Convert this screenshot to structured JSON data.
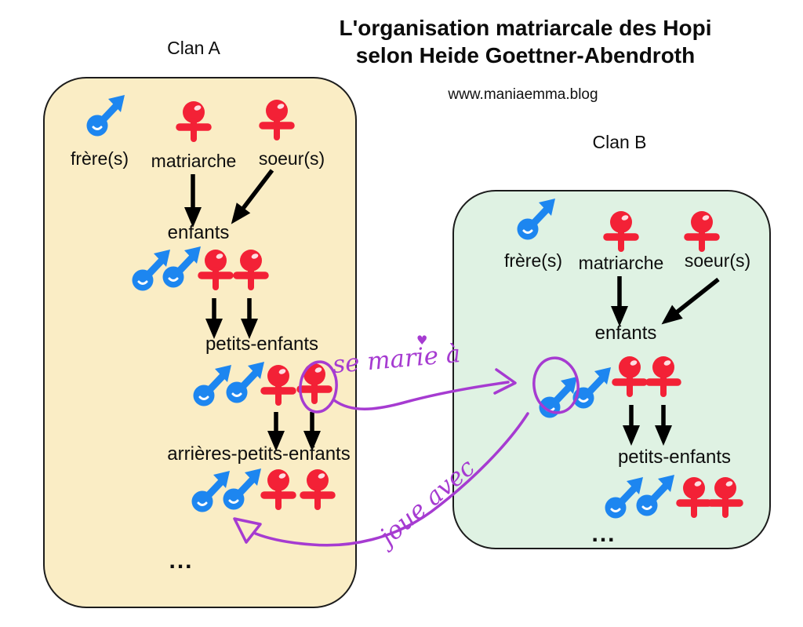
{
  "header": {
    "title_lines": [
      "L'organisation matriarcale des Hopi",
      "selon Heide Goettner-Abendroth"
    ],
    "site": "www.maniaemma.blog"
  },
  "clanA": {
    "name": "Clan A",
    "roles": {
      "brother": "frère(s)",
      "matriarch": "matriarche",
      "sister": "soeur(s)"
    },
    "generations": {
      "children": "enfants",
      "grandchildren": "petits-enfants",
      "great_grandchildren": "arrières-petits-enfants"
    },
    "ellipsis": "..."
  },
  "clanB": {
    "name": "Clan B",
    "roles": {
      "brother": "frère(s)",
      "matriarch": "matriarche",
      "sister": "soeur(s)"
    },
    "generations": {
      "children": "enfants",
      "grandchildren": "petits-enfants"
    },
    "ellipsis": "..."
  },
  "annotations": {
    "marries": "se marie à",
    "heart": "♥",
    "plays_with": "joue avec"
  },
  "colors": {
    "male_symbol": "#1d86f0",
    "female_symbol": "#f32136",
    "handwriting_ink": "#a63bd1",
    "clanA_background": "#faedc5",
    "clanB_background": "#dff2e3",
    "arrow": "#000000"
  }
}
